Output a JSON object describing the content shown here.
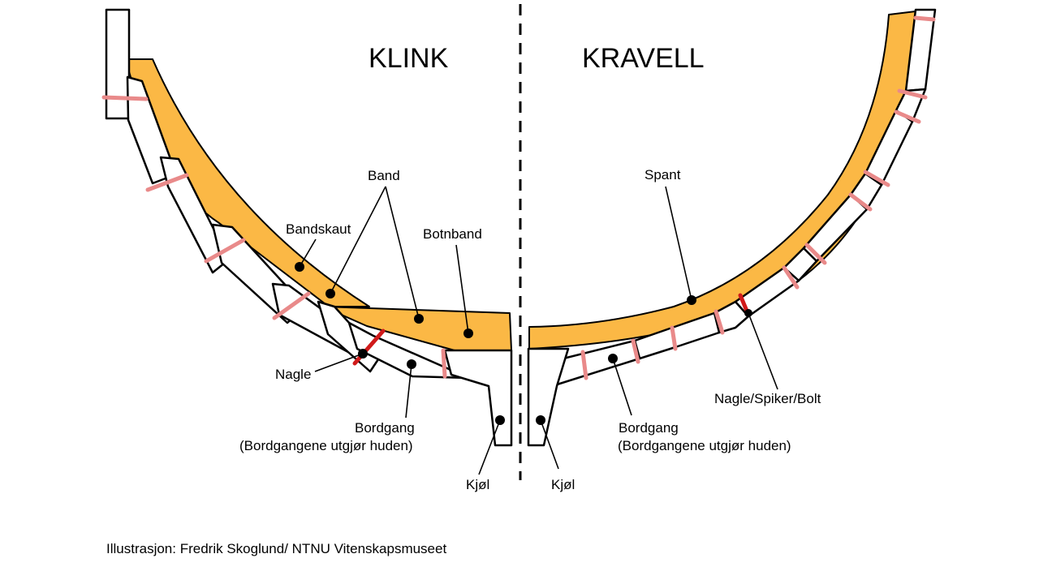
{
  "headings": {
    "left": "KLINK",
    "right": "KRAVELL"
  },
  "labels": {
    "band": "Band",
    "bandskaut": "Bandskaut",
    "botnband": "Botnband",
    "nagle": "Nagle",
    "bordgang_left": "Bordgang",
    "bordgang_left_sub": "(Bordgangene utgjør huden)",
    "kjol_left": "Kjøl",
    "kjol_right": "Kjøl",
    "spant": "Spant",
    "nagle_spiker_bolt": "Nagle/Spiker/Bolt",
    "bordgang_right": "Bordgang",
    "bordgang_right_sub": "(Bordgangene utgjør huden)"
  },
  "credit": "Illustrasjon: Fredrik Skoglund/ NTNU Vitenskapsmuseet",
  "colors": {
    "frame": "#FBB845",
    "pin": "#E98A8A",
    "rivet": "#D01A1A",
    "outline": "#000000"
  }
}
